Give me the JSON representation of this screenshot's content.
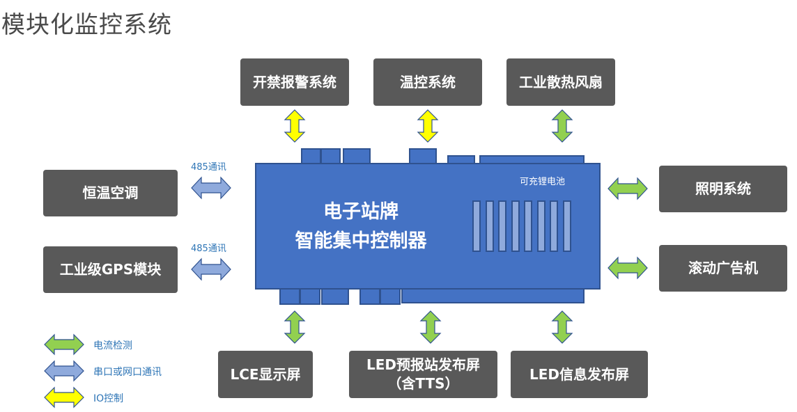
{
  "title": "模块化监控系统",
  "controller": {
    "line1": "电子站牌",
    "line2": "智能集中控制器",
    "battery_label": "可充锂电池",
    "battery_cells": 8
  },
  "modules": {
    "top": [
      {
        "label": "开禁报警系统",
        "link": "io"
      },
      {
        "label": "温控系统",
        "link": "io"
      },
      {
        "label": "工业散热风扇",
        "link": "current"
      }
    ],
    "left": [
      {
        "label": "恒温空调",
        "link": "serial",
        "comm_label": "485通讯"
      },
      {
        "label": "工业级GPS模块",
        "link": "serial",
        "comm_label": "485通讯"
      }
    ],
    "right": [
      {
        "label": "照明系统",
        "link": "current"
      },
      {
        "label": "滚动广告机",
        "link": "current"
      }
    ],
    "bottom": [
      {
        "label": "LCE显示屏",
        "link": "current"
      },
      {
        "label": "LED预报站发布屏\n（含TTS）",
        "line1": "LED预报站发布屏",
        "line2": "（含TTS）",
        "link": "current"
      },
      {
        "label": "LED信息发布屏",
        "link": "current"
      }
    ]
  },
  "legend": [
    {
      "type": "current",
      "label": "电流检测",
      "color": "#92d050"
    },
    {
      "type": "serial",
      "label": "串口或网口通讯",
      "color": "#8faadc"
    },
    {
      "type": "io",
      "label": "IO控制",
      "color": "#ffff00"
    }
  ],
  "colors": {
    "module_box": "#595959",
    "controller": "#4472c4",
    "controller_border": "#2f528f",
    "arrow_border": "#2f528f",
    "label_blue": "#2e75b6"
  }
}
